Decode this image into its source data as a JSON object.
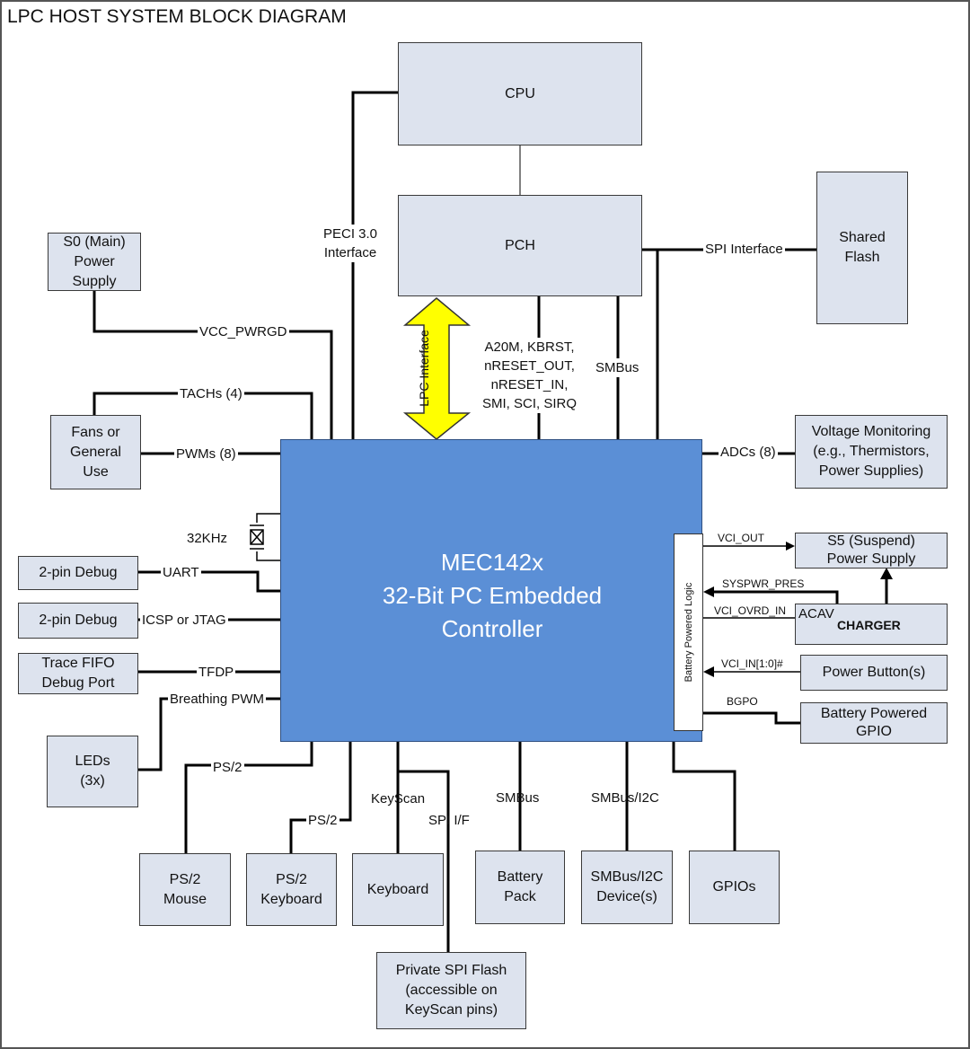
{
  "title": "LPC HOST SYSTEM BLOCK DIAGRAM",
  "blocks": {
    "cpu": "CPU",
    "pch": "PCH",
    "shared_flash": "Shared\nFlash",
    "s0_power": "S0 (Main)\nPower\nSupply",
    "fans": "Fans or\nGeneral\nUse",
    "voltage_monitoring": "Voltage Monitoring\n(e.g., Thermistors,\nPower Supplies)",
    "s5_power": "S5 (Suspend)\nPower Supply",
    "acav": "ACAV",
    "charger": "CHARGER",
    "power_button": "Power Button(s)",
    "battery_gpio": "Battery Powered\nGPIO",
    "debug1": "2-pin Debug",
    "debug2": "2-pin Debug",
    "trace_fifo": "Trace FIFO\nDebug Port",
    "leds": "LEDs\n(3x)",
    "ps2_mouse": "PS/2\nMouse",
    "ps2_keyboard": "PS/2\nKeyboard",
    "keyboard": "Keyboard",
    "battery_pack": "Battery\nPack",
    "smbus_device": "SMBus/I2C\nDevice(s)",
    "gpios": "GPIOs",
    "private_spi": "Private SPI Flash\n(accessible on\nKeyScan pins)"
  },
  "mec": {
    "text": "MEC142x\n32-Bit PC Embedded\nController",
    "battery_logic": "Battery Powered Logic"
  },
  "labels": {
    "peci": "PECI 3.0\nInterface",
    "lpc_interface": "LPC Interface",
    "spi_interface": "SPI Interface",
    "vcc_pwrgd": "VCC_PWRGD",
    "tachs": "TACHs (4)",
    "pwms": "PWMs (8)",
    "a20m": "A20M, KBRST,\nnRESET_OUT,\nnRESET_IN,\nSMI, SCI, SIRQ",
    "smbus_top": "SMBus",
    "adcs": "ADCs (8)",
    "khz": "32KHz",
    "uart": "UART",
    "icsp": "ICSP or JTAG",
    "tfdp": "TFDP",
    "breathing": "Breathing PWM",
    "vci_out": "VCI_OUT",
    "syspwr": "SYSPWR_PRES",
    "vci_ovrd": "VCI_OVRD_IN",
    "vci_in": "VCI_IN[1:0]#",
    "bgpo": "BGPO",
    "ps2_a": "PS/2",
    "ps2_b": "PS/2",
    "keyscan": "KeyScan",
    "spi_if": "SPI I/F",
    "smbus_bottom": "SMBus",
    "smbus_i2c": "SMBus/I2C"
  },
  "colors": {
    "block_fill": "#dde3ee",
    "mec_fill": "#5b8fd6",
    "lpc_arrow": "#ffff00",
    "line": "#000000"
  }
}
